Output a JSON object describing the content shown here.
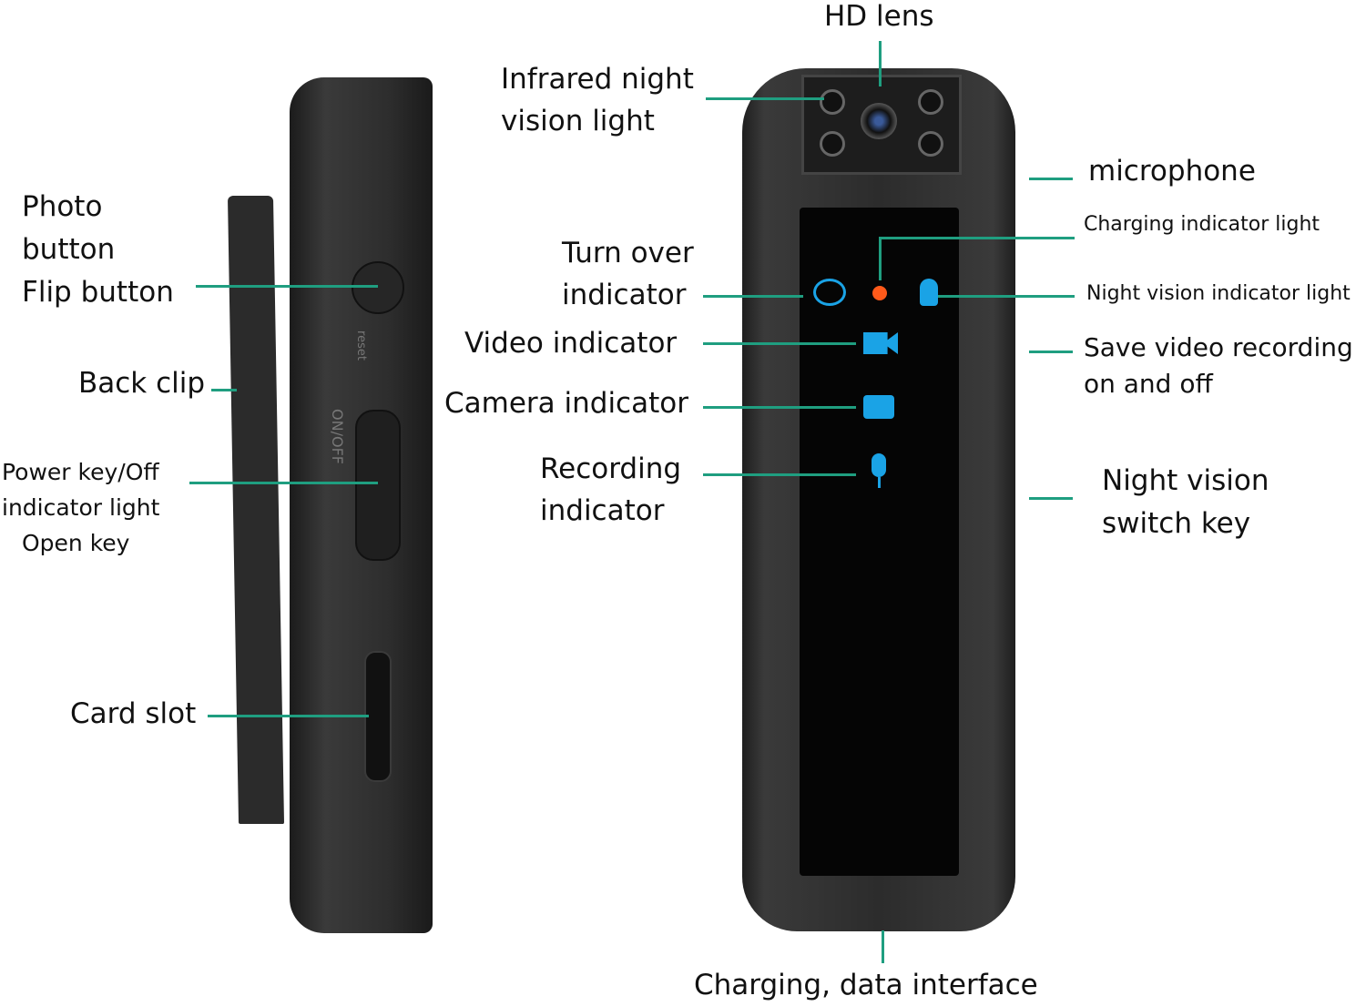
{
  "labels": {
    "hd_lens": "HD lens",
    "infrared_1": "Infrared night",
    "infrared_2": "vision light",
    "microphone": "microphone",
    "charging_light": "Charging indicator light",
    "turn_over_1": "Turn over",
    "turn_over_2": "indicator",
    "night_vision_light": "Night vision indicator light",
    "video_indicator": "Video indicator",
    "camera_indicator": "Camera indicator",
    "recording_1": "Recording",
    "recording_2": "indicator",
    "save_video_1": "Save video recording",
    "save_video_2": "on and off",
    "night_switch_1": "Night vision",
    "night_switch_2": "switch key",
    "charging_interface": "Charging, data interface",
    "photo_1": "Photo",
    "photo_2": "button",
    "flip": "Flip button",
    "back_clip": "Back clip",
    "power_1": "Power key/Off",
    "power_2": "indicator light",
    "power_3": "Open key",
    "card_slot": "Card slot"
  },
  "device_text": {
    "on_off": "ON/OFF",
    "reset": "reset"
  },
  "colors": {
    "leader": "#1f9e80",
    "indicator_blue": "#1aa3e6",
    "charging_dot": "#ff5a1a"
  }
}
